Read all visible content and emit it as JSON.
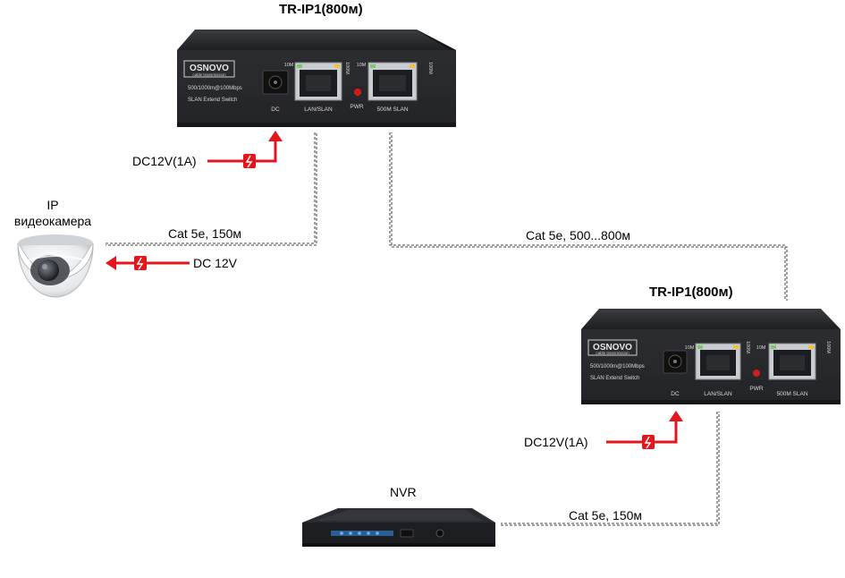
{
  "switch_top": {
    "title": "TR-IP1(800м)",
    "brand": "OSNOVO",
    "brand_sub": "cable transmission",
    "spec": "500/1000m@100Mbps",
    "model_line": "SLAN Extend Switch",
    "port_dc": "DC",
    "port_lan": "LAN/SLAN",
    "port_pwr": "PWR",
    "port_slan": "500M SLAN",
    "led_10m": "10M",
    "led_100m": "100M"
  },
  "switch_bottom": {
    "title": "TR-IP1(800м)",
    "brand": "OSNOVO",
    "brand_sub": "cable transmission",
    "spec": "500/1000m@100Mbps",
    "model_line": "SLAN Extend Switch",
    "port_dc": "DC",
    "port_lan": "LAN/SLAN",
    "port_pwr": "PWR",
    "port_slan": "500M SLAN",
    "led_10m": "10M",
    "led_100m": "100M"
  },
  "camera": {
    "label_line1": "IP",
    "label_line2": "видеокамера"
  },
  "nvr": {
    "label": "NVR"
  },
  "cables": {
    "cam_link": "Cat 5e, 150м",
    "trunk_link": "Cat 5e, 500...800м",
    "nvr_link": "Cat 5e, 150м"
  },
  "power": {
    "top_supply": "DC12V(1A)",
    "camera_supply": "DC 12V",
    "bottom_supply": "DC12V(1A)"
  },
  "colors": {
    "arrow": "#e3161d",
    "device_body": "#2b2d31",
    "cable": "#6b6b6b"
  }
}
